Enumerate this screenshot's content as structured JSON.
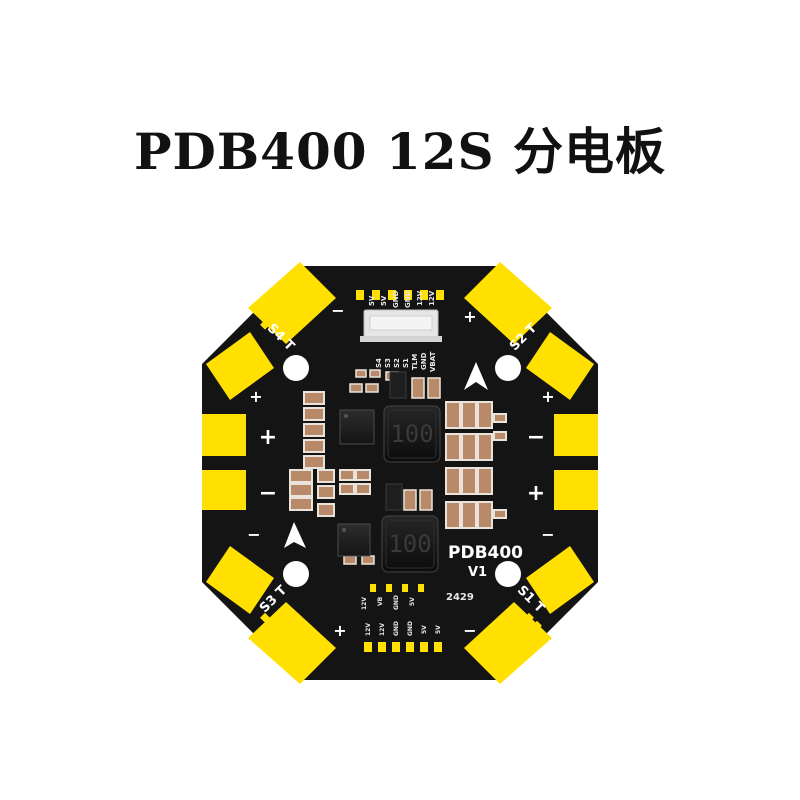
{
  "title": "PDB400 12S 分电板",
  "board": {
    "model_label": "PDB400",
    "version_label": "V1",
    "date_code": "2429",
    "inductor_marking": "100",
    "corner_labels": {
      "top_left": "S4 T",
      "top_right": "S2 T",
      "bottom_left": "S3 T",
      "bottom_right": "S1 T"
    },
    "polarity": {
      "plus": "+",
      "minus": "−"
    },
    "top_connector_pins": [
      "5V",
      "5V",
      "GND",
      "GND",
      "12V",
      "12V"
    ],
    "top_signal_labels": [
      "S4",
      "S3",
      "S2",
      "S1",
      "TLM",
      "GND",
      "VBAT"
    ],
    "bottom_upper_labels": [
      "12V",
      "VB",
      "GND",
      "5V"
    ],
    "bottom_lower_labels": [
      "12V",
      "12V",
      "GND",
      "GND",
      "5V",
      "5V"
    ],
    "colors": {
      "pcb": "#141414",
      "pad": "#ffe000",
      "capacitor": "#b88a6a",
      "silkscreen": "#ffffff"
    }
  }
}
